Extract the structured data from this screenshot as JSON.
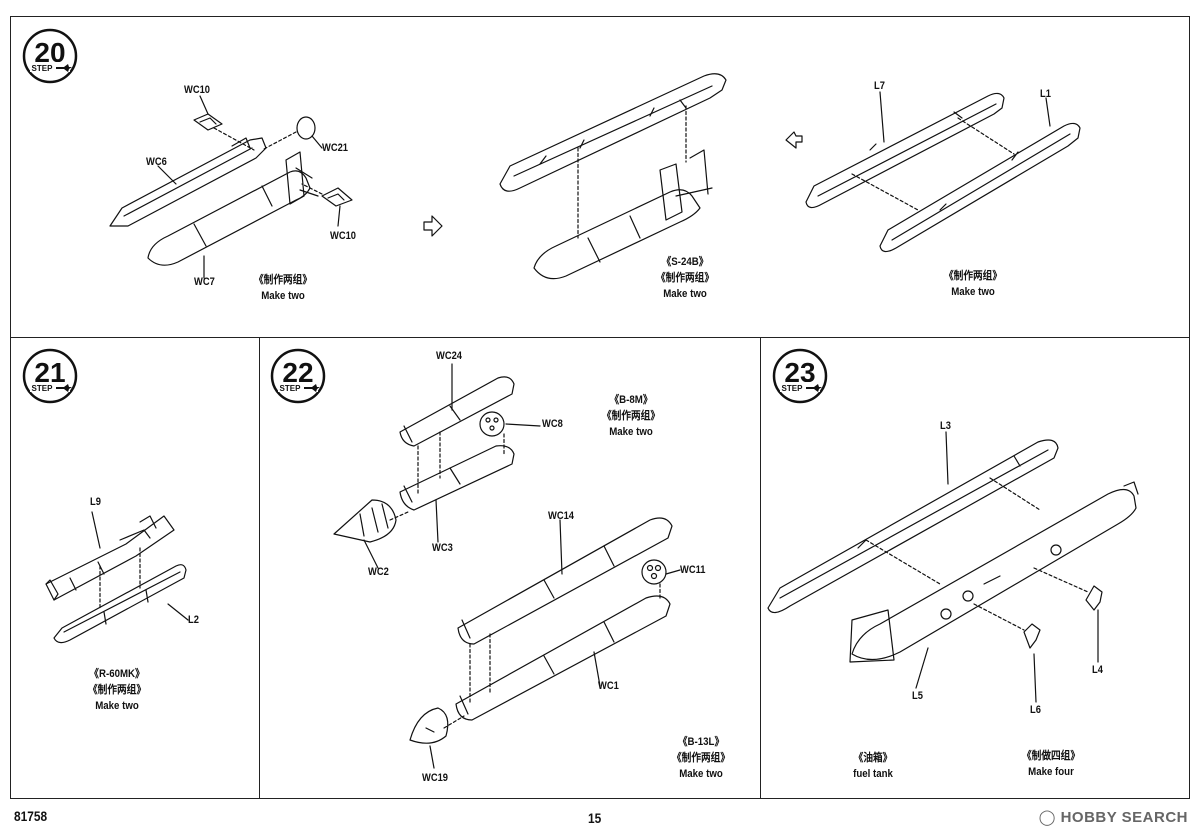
{
  "steps": {
    "s20": {
      "number": "20",
      "badge": "STEP",
      "labels": {
        "wc10a": "WC10",
        "wc21": "WC21",
        "wc6": "WC6",
        "wc10b": "WC10",
        "wc7": "WC7"
      },
      "captions": {
        "left": [
          "《制作两组》",
          "Make two"
        ],
        "mid": [
          "《S-24B》",
          "《制作两组》",
          "Make two"
        ],
        "right": [
          "《制作两组》",
          "Make two"
        ]
      },
      "labels2": {
        "l7": "L7",
        "l1": "L1"
      }
    },
    "s21": {
      "number": "21",
      "badge": "STEP",
      "labels": {
        "l9": "L9",
        "l2": "L2"
      },
      "caption": [
        "《R-60MK》",
        "《制作两组》",
        "Make two"
      ]
    },
    "s22": {
      "number": "22",
      "badge": "STEP",
      "labels": {
        "wc24": "WC24",
        "wc8": "WC8",
        "wc3": "WC3",
        "wc2": "WC2",
        "wc14": "WC14",
        "wc11": "WC11",
        "wc1": "WC1",
        "wc19": "WC19"
      },
      "caption_top": [
        "《B-8M》",
        "《制作两组》",
        "Make two"
      ],
      "caption_bottom": [
        "《B-13L》",
        "《制作两组》",
        "Make two"
      ]
    },
    "s23": {
      "number": "23",
      "badge": "STEP",
      "labels": {
        "l3": "L3",
        "l4": "L4",
        "l5": "L5",
        "l6": "L6"
      },
      "caption_left": [
        "《油箱》",
        "fuel tank"
      ],
      "caption_right": [
        "《制做四组》",
        "Make four"
      ]
    }
  },
  "footer": {
    "code": "81758",
    "page": "15"
  },
  "watermark": "HOBBY SEARCH"
}
